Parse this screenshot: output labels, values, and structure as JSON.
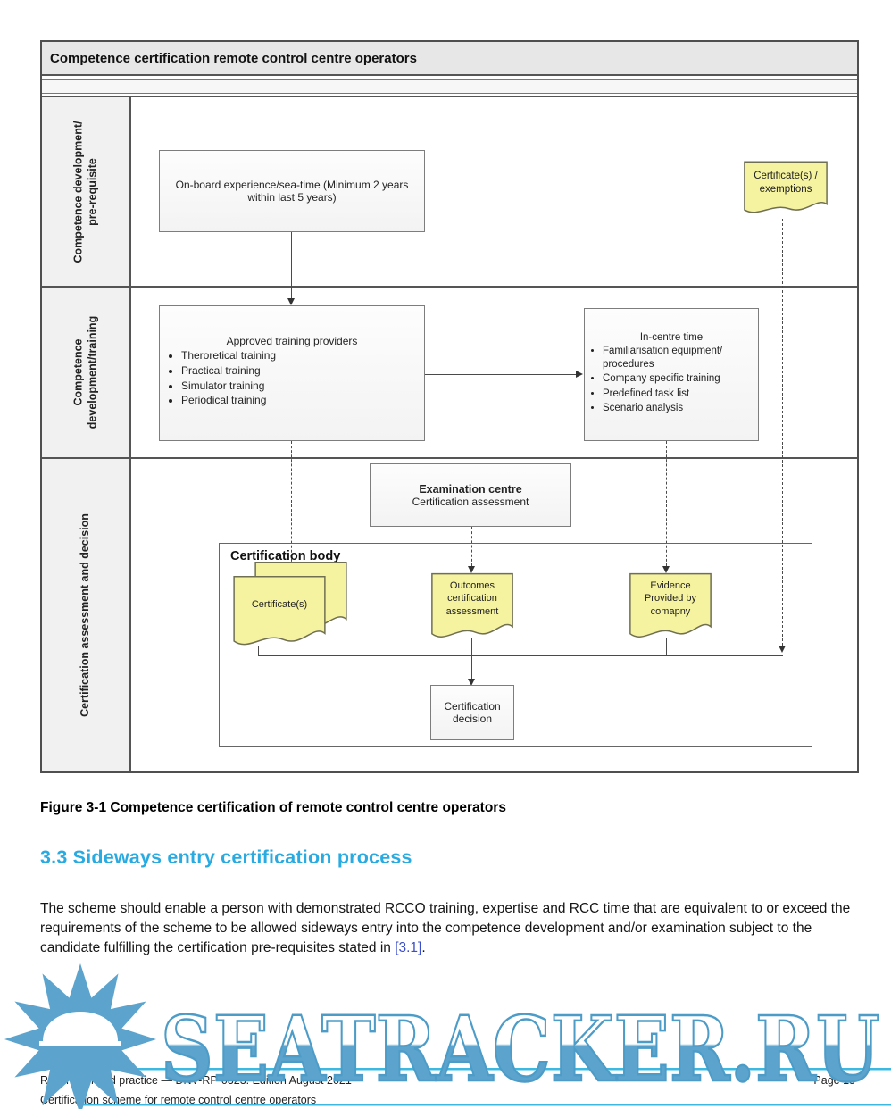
{
  "diagram": {
    "title": "Competence certification remote control centre operators",
    "rows": [
      {
        "label": "Competence development/\npre-requisite"
      },
      {
        "label": "Competence\ndevelopment/training"
      },
      {
        "label": "Certification assessment and decision"
      }
    ],
    "nodes": {
      "onboard": {
        "text": "On-board experience/sea-time (Minimum 2 years within last 5 years)"
      },
      "cert_exemptions": {
        "text": "Certificate(s) /\nexemptions"
      },
      "training_providers": {
        "title": "Approved training providers",
        "bullets": [
          "Theroretical training",
          "Practical training",
          "Simulator training",
          "Periodical training"
        ]
      },
      "in_centre": {
        "title": "In-centre time",
        "bullets": [
          "Familiarisation equipment/ procedures",
          "Company specific training",
          "Predefined task list",
          "Scenario analysis"
        ]
      },
      "exam_centre": {
        "title": "Examination centre",
        "subtitle": "Certification assessment"
      },
      "cert_body": {
        "label": "Certification body"
      },
      "certificates": {
        "text": "Certificate(s)"
      },
      "outcomes": {
        "text": "Outcomes\ncertification\nassessment"
      },
      "evidence": {
        "text": "Evidence\nProvided by\ncomapny"
      },
      "decision": {
        "text": "Certification\ndecision"
      }
    }
  },
  "caption": "Figure 3-1 Competence certification of remote control centre operators",
  "section": {
    "heading": "3.3 Sideways entry certification process",
    "body_before": "The scheme should enable a person with demonstrated RCCO training, expertise and RCC time that are equivalent to or exceed the requirements of the scheme to be allowed sideways entry into the competence development and/or examination subject to the candidate fulfilling the certification pre-requisites stated in ",
    "link": "[3.1]",
    "body_after": "."
  },
  "footer": {
    "left_line1": "Recommended practice — DNV-RP-0323. Edition August 2021",
    "left_line2": "Certification scheme for remote control centre operators",
    "page": "Page 15"
  },
  "watermark": {
    "text": "SEATRACKER.RU"
  },
  "colors": {
    "heading_blue": "#29abe2",
    "link_blue": "#3b4ec9",
    "watermark_blue": "#5ca4cd",
    "watermark_line": "#3cb9e0",
    "doc_yellow": "#f6f3a0",
    "doc_border": "#6f6f52",
    "box_border": "#7d7d7d",
    "frame_border": "#4f4f4f",
    "titlebar_bg": "#e7e7e7",
    "rowlabel_bg": "#f1f1f1"
  }
}
